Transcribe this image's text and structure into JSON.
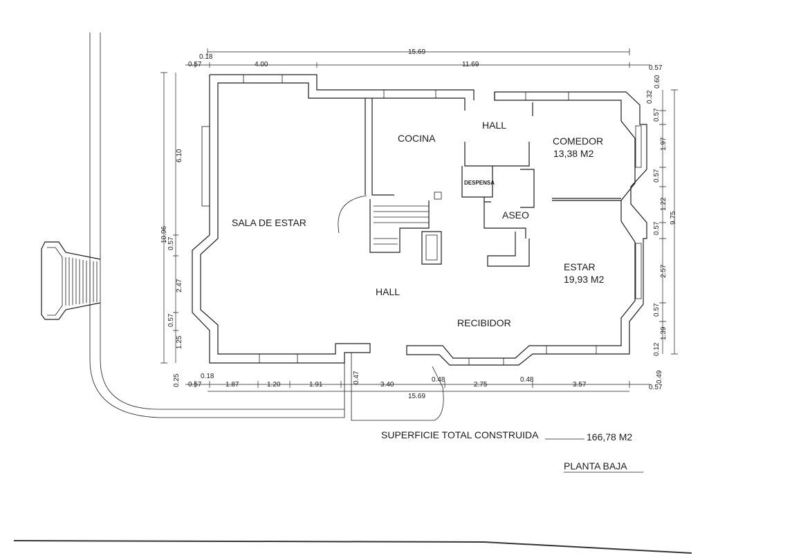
{
  "rooms": {
    "sala_de_estar": "SALA DE ESTAR",
    "cocina": "COCINA",
    "hall_top": "HALL",
    "comedor": "COMEDOR",
    "comedor_area": "13,38  M2",
    "despensa": "DESPENSA",
    "aseo": "ASEO",
    "estar": "ESTAR",
    "estar_area": "19,93  M2",
    "hall_center": "HALL",
    "recibidor": "RECIBIDOR"
  },
  "dimensions": {
    "top": {
      "total": "15.69",
      "d018": "0.18",
      "d057_left": "0.57",
      "d400": "4.00",
      "d1169": "11.69",
      "d057_right": "0.57"
    },
    "bottom": {
      "d025": "0.25",
      "d018": "0.18",
      "d057_left": "0.57",
      "d187": "1.87",
      "d120": "1.20",
      "d191": "1.91",
      "d047": "0.47",
      "d340": "3.40",
      "d048a": "0.48",
      "d275": "2.75",
      "d048b": "0.48",
      "d357": "3.57",
      "d057_right": "0.57",
      "total": "15.69"
    },
    "left": {
      "total": "10.96",
      "d610": "6.10",
      "d057a": "0.57",
      "d247": "2.47",
      "d057b": "0.57",
      "d125": "1.25"
    },
    "right": {
      "total": "9.75",
      "d032": "0.32",
      "d060": "0.60",
      "d057a": "0.57",
      "d197": "1.97",
      "d057b": "0.57",
      "d122": "1.22",
      "d057c": "0.57",
      "d257": "2.57",
      "d057d": "0.57",
      "d139": "1.39",
      "d012": "0.12",
      "d049": "0.49"
    }
  },
  "footer": {
    "surface_label": "SUPERFICIE TOTAL CONSTRUIDA",
    "surface_value": "166,78  M2",
    "plan_title": "PLANTA BAJA"
  }
}
